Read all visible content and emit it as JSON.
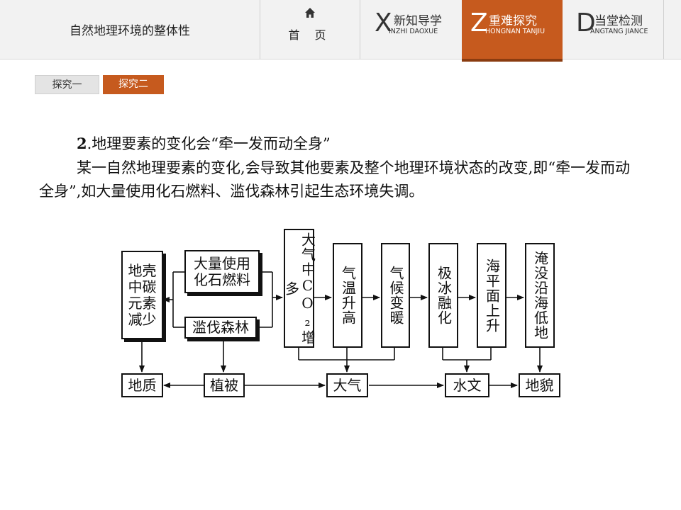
{
  "header": {
    "course_title": "自然地理环境的整体性",
    "home": {
      "label": "首 页",
      "icon": "home-icon"
    },
    "nav": [
      {
        "letter": "X",
        "label": "新知导学",
        "pinyin": "INZHI DAOXUE",
        "active": false
      },
      {
        "letter": "Z",
        "label": "重难探究",
        "pinyin": "HONGNAN TANJIU",
        "active": true
      },
      {
        "letter": "D",
        "label": "当堂检测",
        "pinyin": "ANGTANG JIANCE",
        "active": false
      }
    ],
    "accent_color": "#c65a1e"
  },
  "subtabs": [
    {
      "label": "探究一",
      "active": false
    },
    {
      "label": "探究二",
      "active": true
    }
  ],
  "content": {
    "heading_num": "2",
    "heading_text": ".地理要素的变化会“牵一发而动全身”",
    "paragraph": "某一自然地理要素的变化,会导致其他要素及整个地理环境状态的改变,即“牵一发而动全身”,如大量使用化石燃料、滥伐森林引起生态环境失调。"
  },
  "diagram": {
    "crust": "地壳中碳元素减少",
    "fossil": "大量使用化石燃料",
    "deforest": "滥伐森林",
    "co2": "大气中CO₂增多",
    "temp": "气温升高",
    "climate": "气候变暖",
    "ice": "极冰融化",
    "sea": "海平面上升",
    "flood": "淹没沿海低地",
    "geology": "地质",
    "vegetation": "植被",
    "atmosphere": "大气",
    "hydrology": "水文",
    "landform": "地貌"
  }
}
